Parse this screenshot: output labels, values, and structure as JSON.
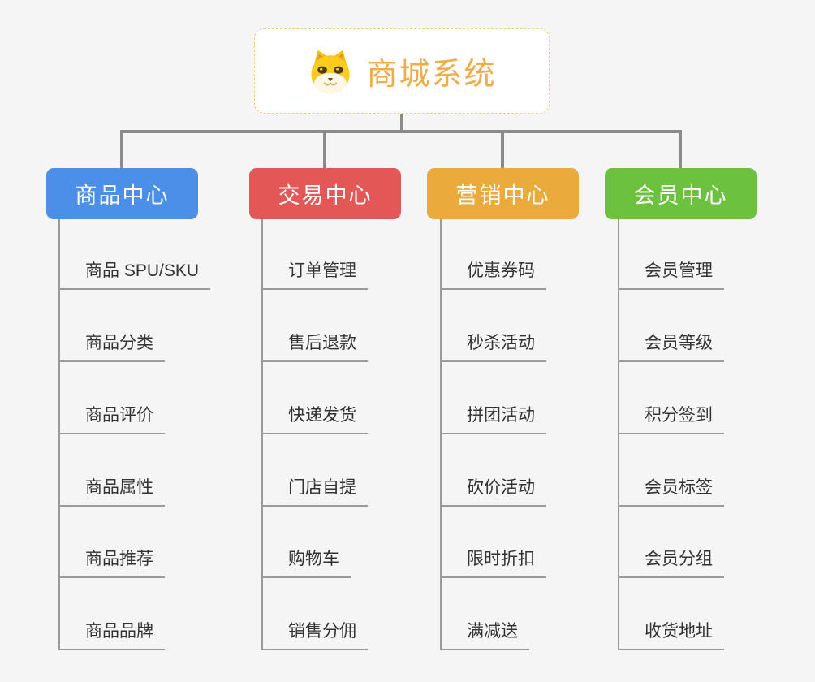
{
  "root": {
    "label": "商城系统",
    "label_color": "#F0AC4A",
    "border_color": "#F0C882",
    "icon": "dog-face-icon"
  },
  "colors": {
    "background": "#F5F5F5",
    "connector_gray": "#8B8B8B",
    "leaf_line_gray": "#9A9A9A",
    "leaf_text": "#333333"
  },
  "branches": [
    {
      "label": "商品中心",
      "color": "#4B8FE8",
      "items": [
        "商品 SPU/SKU",
        "商品分类",
        "商品评价",
        "商品属性",
        "商品推荐",
        "商品品牌"
      ]
    },
    {
      "label": "交易中心",
      "color": "#E45757",
      "items": [
        "订单管理",
        "售后退款",
        "快递发货",
        "门店自提",
        "购物车",
        "销售分佣"
      ]
    },
    {
      "label": "营销中心",
      "color": "#EBAA3C",
      "items": [
        "优惠券码",
        "秒杀活动",
        "拼团活动",
        "砍价活动",
        "限时折扣",
        "满减送"
      ]
    },
    {
      "label": "会员中心",
      "color": "#6CC13F",
      "items": [
        "会员管理",
        "会员等级",
        "积分签到",
        "会员标签",
        "会员分组",
        "收货地址"
      ]
    }
  ]
}
